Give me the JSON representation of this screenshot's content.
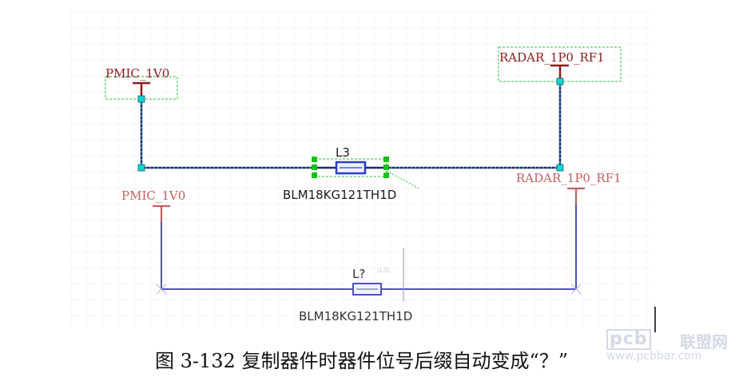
{
  "diagram": {
    "top": {
      "port_left": "PMIC_1V0",
      "port_right": "RADAR_1P0_RF1",
      "designator": "L3",
      "comment": "BLM18KG121TH1D"
    },
    "bottom": {
      "port_left": "PMIC_1V0",
      "port_right": "RADAR_1P0_RF1",
      "designator": "L?",
      "hidden_hint": "(L3)",
      "comment": "BLM18KG121TH1D"
    },
    "colors": {
      "wire_top": "#1a2a6c",
      "wire_bottom": "#4a50c8",
      "port_top": "#8b1a1a",
      "port_bottom": "#c06060",
      "handle_green": "#18c018",
      "handle_cyan": "#19d3d3",
      "selection": "#33bb33",
      "grid": "#e4e4e4"
    }
  },
  "caption": "图 3-132 复制器件时器件位号后缀自动变成“？”",
  "watermark": {
    "logo": "pcb",
    "name": "联盟网",
    "url": "www.pcbbar.com"
  }
}
